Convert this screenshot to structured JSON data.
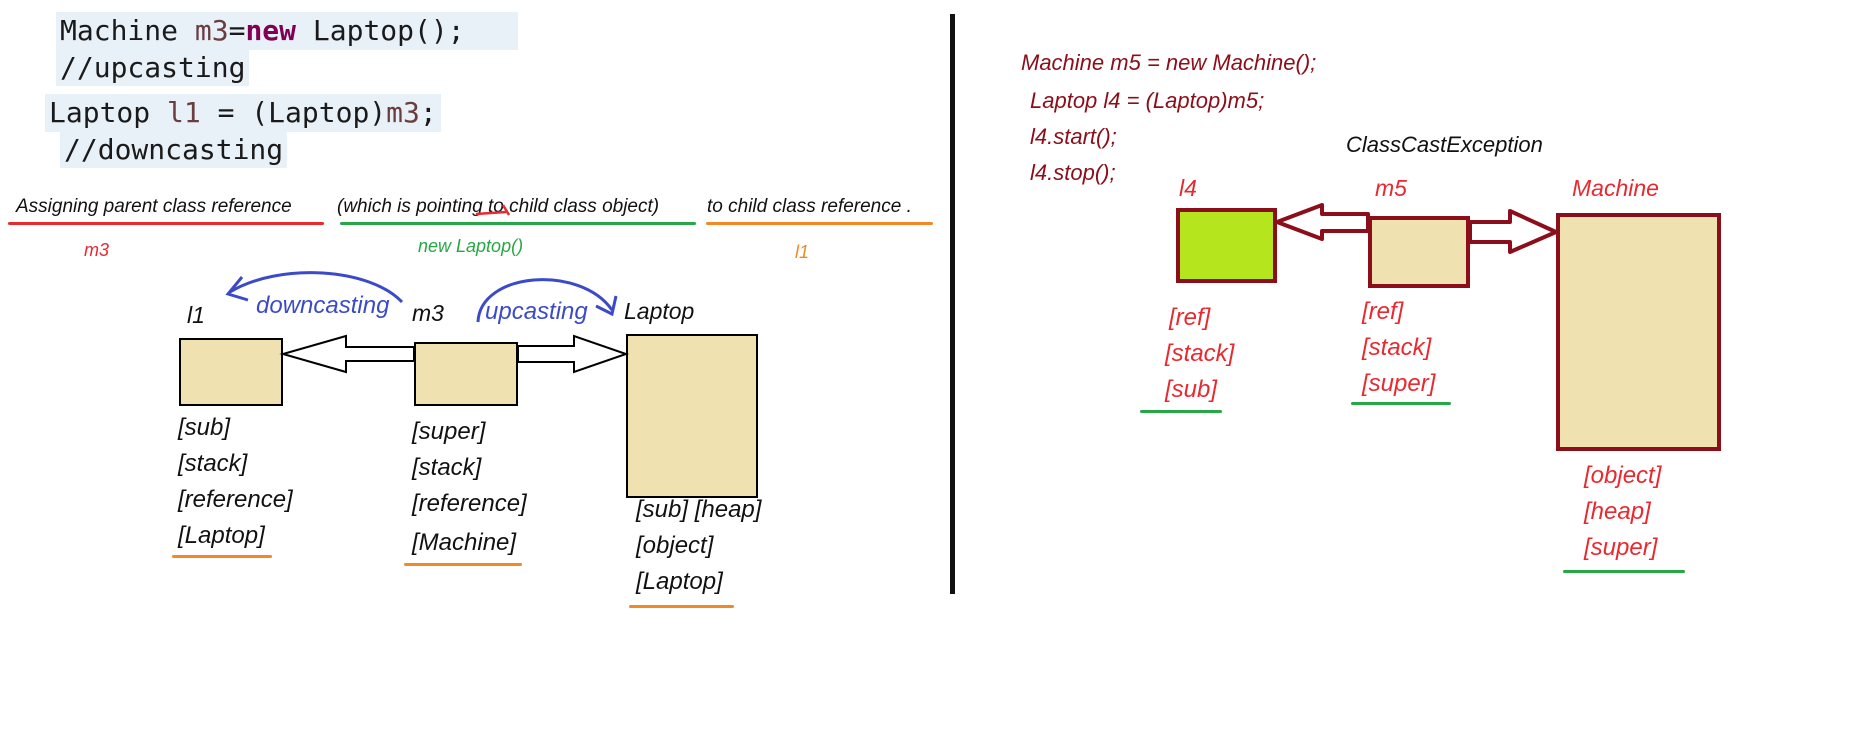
{
  "code_top": {
    "line1_a": "Machine ",
    "line1_var": "m3",
    "line1_b": "=",
    "line1_kw": "new",
    "line1_c": " Laptop();",
    "line2": "//upcasting",
    "line3_a": "Laptop ",
    "line3_var": "l1",
    "line3_b": " = (Laptop)",
    "line3_var2": "m3",
    "line3_c": ";",
    "line4": "//downcasting"
  },
  "description": {
    "part1": "Assigning parent class reference",
    "part2": "(which is pointing to child class object)",
    "part3": "to child class reference .",
    "note1": "m3",
    "note2": "new Laptop()",
    "note3": "l1"
  },
  "left_diagram": {
    "label_l1": "l1",
    "label_m3": "m3",
    "label_laptop": "Laptop",
    "arrow_downcasting": "downcasting",
    "arrow_upcasting": "upcasting",
    "l1_tags": [
      "[sub]",
      "[stack]",
      "[reference]",
      "[Laptop]"
    ],
    "m3_tags": [
      "[super]",
      "[stack]",
      "[reference]",
      "[Machine]"
    ],
    "laptop_tags": [
      "[sub] [heap]",
      "[object]",
      "[Laptop]"
    ]
  },
  "right_code": {
    "line1": "Machine m5 = new Machine();",
    "line2": "Laptop l4 = (Laptop)m5;",
    "line3": "l4.start();",
    "line4": "l4.stop();"
  },
  "right_diagram": {
    "exception": "ClassCastException",
    "label_l4": "l4",
    "label_m5": "m5",
    "label_machine": "Machine",
    "l4_tags": [
      "[ref]",
      "[stack]",
      "[sub]"
    ],
    "m5_tags": [
      "[ref]",
      "[stack]",
      "[super]"
    ],
    "machine_tags": [
      "[object]",
      "[heap]",
      "[super]"
    ]
  },
  "colors": {
    "box_fill": "#efe1b0",
    "l4_fill": "#b5e61d",
    "maroon": "#8b0e1a",
    "red": "#e8292f",
    "green": "#27a745",
    "orange": "#f08a24",
    "blue": "#3b4bc8"
  }
}
